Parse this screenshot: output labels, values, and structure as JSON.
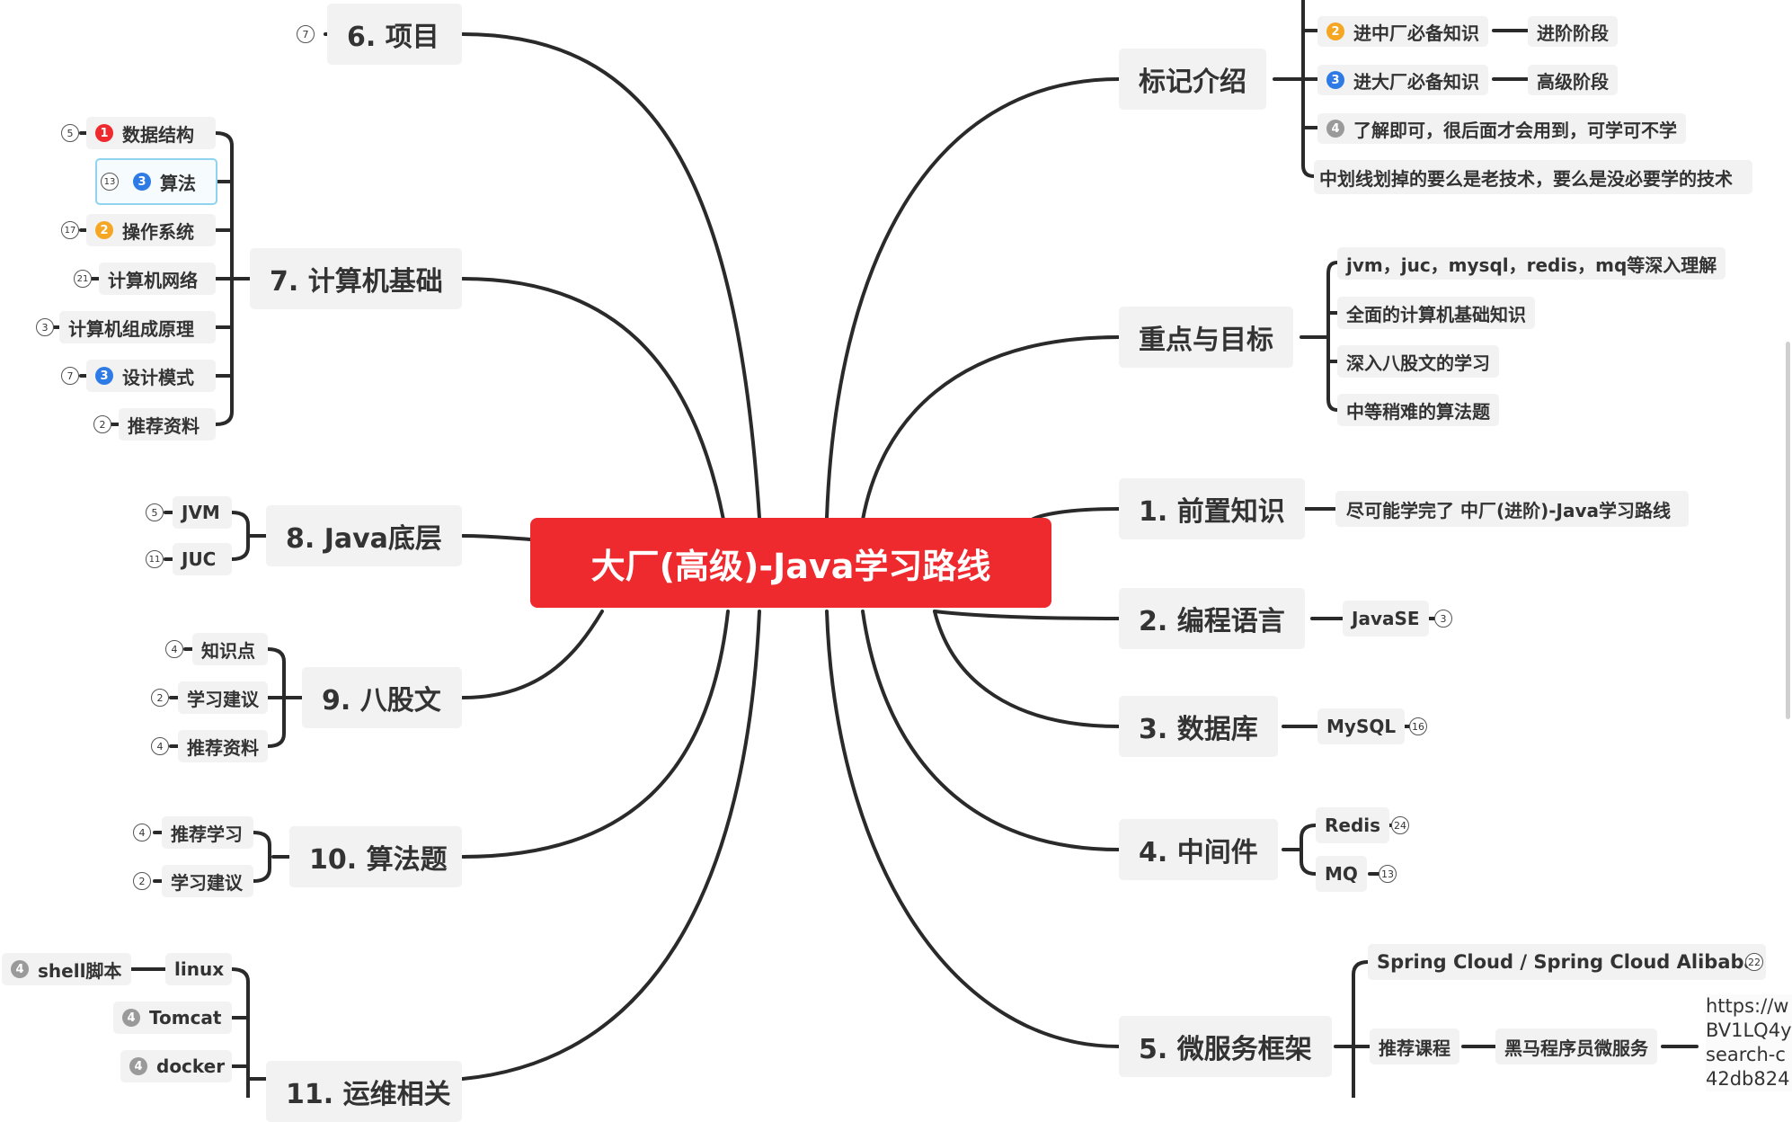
{
  "colors": {
    "root": "#ee2a2f",
    "badge_red": "#ee2a2f",
    "badge_orange": "#f5a623",
    "badge_blue": "#2f7be6",
    "badge_gray": "#9a9a9a",
    "line": "#2a2a2a"
  },
  "root": {
    "label": "大厂(高级)-Java学习路线"
  },
  "right": {
    "legend": {
      "label": "标记介绍",
      "items": [
        {
          "badge": "2",
          "text": "进中厂必备知识",
          "tag": "进阶阶段"
        },
        {
          "badge": "3",
          "text": "进大厂必备知识",
          "tag": "高级阶段"
        },
        {
          "badge": "4",
          "text": "了解即可，很后面才会用到，可学可不学"
        },
        {
          "text": "中划线划掉的要么是老技术，要么是没必要学的技术"
        }
      ]
    },
    "goals": {
      "label": "重点与目标",
      "items": [
        "jvm，juc，mysql，redis，mq等深入理解",
        "全面的计算机基础知识",
        "深入八股文的学习",
        "中等稍难的算法题"
      ]
    },
    "pre": {
      "label": "1. 前置知识",
      "child": "尽可能学完了 中厂(进阶)-Java学习路线"
    },
    "lang": {
      "label": "2. 编程语言",
      "child": "JavaSE",
      "count": "3"
    },
    "db": {
      "label": "3. 数据库",
      "child": "MySQL",
      "count": "16"
    },
    "mw": {
      "label": "4. 中间件",
      "items": [
        {
          "text": "Redis",
          "count": "24"
        },
        {
          "text": "MQ",
          "count": "13"
        }
      ]
    },
    "ms": {
      "label": "5. 微服务框架",
      "spring": "Spring Cloud / Spring Cloud Alibaba",
      "spring_count": "22",
      "course": "推荐课程",
      "course_child": "黑马程序员微服务",
      "url": "https://w\nBV1LQ4y\nsearch-c\n42db824"
    }
  },
  "left": {
    "proj": {
      "label": "6. 项目",
      "count": "7"
    },
    "cs": {
      "label": "7. 计算机基础",
      "items": [
        {
          "text": "数据结构",
          "badge": "1",
          "count": "5"
        },
        {
          "text": "算法",
          "badge": "3",
          "count": "13"
        },
        {
          "text": "操作系统",
          "badge": "2",
          "count": "17"
        },
        {
          "text": "计算机网络",
          "count": "21"
        },
        {
          "text": "计算机组成原理",
          "count": "3"
        },
        {
          "text": "设计模式",
          "badge": "3",
          "count": "7"
        },
        {
          "text": "推荐资料",
          "count": "2"
        }
      ]
    },
    "java": {
      "label": "8. Java底层",
      "items": [
        {
          "text": "JVM",
          "count": "5"
        },
        {
          "text": "JUC",
          "count": "11"
        }
      ]
    },
    "bagu": {
      "label": "9. 八股文",
      "items": [
        {
          "text": "知识点",
          "count": "4"
        },
        {
          "text": "学习建议",
          "count": "2"
        },
        {
          "text": "推荐资料",
          "count": "4"
        }
      ]
    },
    "algo": {
      "label": "10. 算法题",
      "items": [
        {
          "text": "推荐学习",
          "count": "4"
        },
        {
          "text": "学习建议",
          "count": "2"
        }
      ]
    },
    "ops": {
      "label": "11. 运维相关",
      "items": [
        {
          "text": "linux"
        },
        {
          "text": "Tomcat",
          "badge": "4"
        },
        {
          "text": "docker",
          "badge": "4"
        }
      ],
      "linux_child": {
        "text": "shell脚本",
        "badge": "4"
      }
    }
  }
}
